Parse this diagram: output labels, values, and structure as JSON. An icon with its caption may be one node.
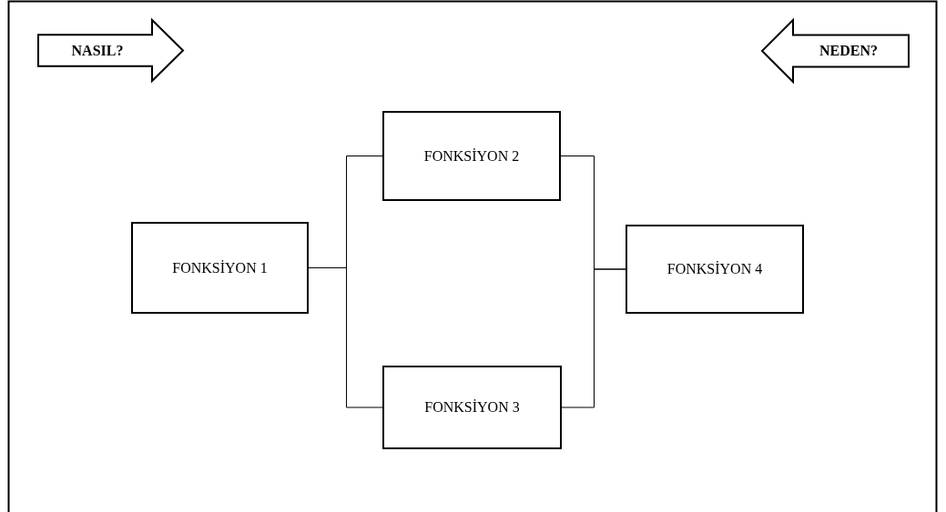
{
  "diagram": {
    "nodes": [
      {
        "text": [
          "NASIL?"
        ]
      },
      {
        "text": [
          "NEDEN?"
        ]
      },
      {
        "text": [
          "FONKSİYON 1"
        ]
      },
      {
        "text": [
          "FONKSİYON 2"
        ]
      },
      {
        "text": [
          "FONKSİYON 3"
        ]
      },
      {
        "text": [
          "FONKSİYON 4"
        ]
      }
    ],
    "edges": [
      {
        "from": 2,
        "to": 3,
        "arrow": "none"
      },
      {
        "from": 2,
        "to": 4,
        "arrow": "none"
      },
      {
        "from": 3,
        "to": 5,
        "arrow": "none"
      },
      {
        "from": 4,
        "to": 5,
        "arrow": "none"
      }
    ]
  }
}
